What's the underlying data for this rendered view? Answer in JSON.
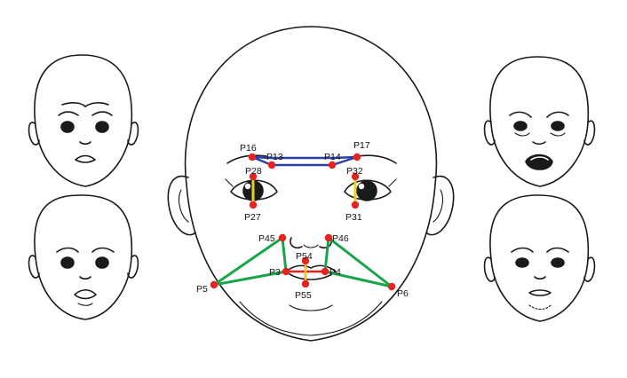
{
  "figure": {
    "colors": {
      "landmark": "#e8231f",
      "brow_line": "#2a3fa8",
      "eye_line": "#e6d319",
      "mouth_line": "#18a54a",
      "mouth_inner": "#e8231f",
      "ink": "#1a1a1a"
    },
    "thumbnails": [
      {
        "position": "top-left",
        "expression": "brow-furrowed"
      },
      {
        "position": "bottom-left",
        "expression": "frowning"
      },
      {
        "position": "top-right",
        "expression": "crying-open-mouth"
      },
      {
        "position": "bottom-right",
        "expression": "pouting-chin"
      }
    ],
    "landmarks": {
      "P16": "P16",
      "P13": "P13",
      "P14": "P14",
      "P17": "P17",
      "P28": "P28",
      "P32": "P32",
      "P27": "P27",
      "P31": "P31",
      "P45": "P45",
      "P46": "P46",
      "P54": "P54",
      "P3": "P3",
      "P4": "P4",
      "P5": "P5",
      "P6": "P6",
      "P55": "P55"
    }
  }
}
